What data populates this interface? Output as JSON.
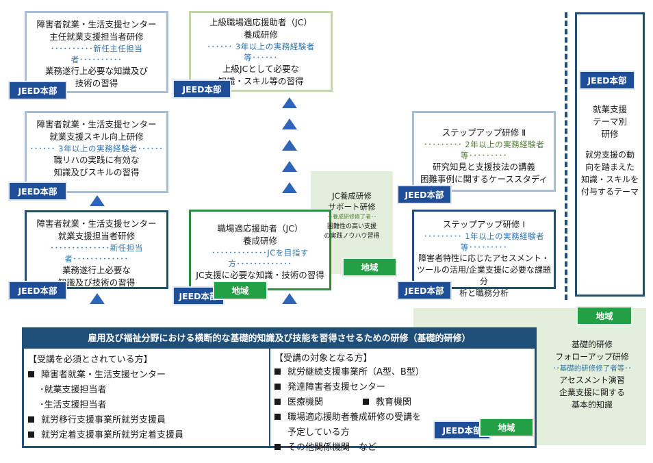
{
  "box_a": {
    "line1": "障害者就業・生活支援センター",
    "line2": "主任就業支援担当者研修",
    "target": "･･････････新任主任担当者･･････････",
    "line3": "業務遂行上必要な知識及び",
    "line4": "技術の習得",
    "badge": "JEED本部"
  },
  "box_b": {
    "line1": "障害者就業・生活支援センター",
    "line2": "就業支援スキル向上研修",
    "target": "･･････ 3年以上の実務経験者･･････",
    "line3": "職リハの実践に有効な",
    "line4": "知識及びスキルの習得",
    "badge": "JEED本部"
  },
  "box_c": {
    "line1": "障害者就業・生活支援センター",
    "line2": "就業支援担当者研修",
    "target": "･･････････････新任担当者･････････････",
    "line3": "業務遂行上必要な",
    "line4": "知識及び技術の習得",
    "badge": "JEED本部"
  },
  "box_d": {
    "line1": "上級職場適応援助者（JC）",
    "line2": "養成研修",
    "target": "･･････ 3年以上の実務経験者等･･････",
    "line3": "上級JCとして必要な",
    "line4": "知識・スキル等の習得",
    "badge": "JEED本部"
  },
  "box_e": {
    "line1": "職場適応援助者（JC）",
    "line2": "養成研修",
    "target": "･････････････JCを目指す方･････････････",
    "line3": "JC支援に必要な知識・技術の習得",
    "badge_jeed": "JEED本部",
    "badge_chiiki": "地域"
  },
  "support_panel": {
    "line1": "JC養成研修",
    "line2": "サポート研修",
    "target": "･･養成研修修了者･･",
    "line3": "困難性の高い支援",
    "line4": "の実践ノウハウ習得",
    "badge": "地域"
  },
  "box_f": {
    "line1": "ステップアップ研修 Ⅱ",
    "target": "･････････ 2年以上の実務経験者等･････････",
    "line2": "研究知見と支援技法の講義",
    "line3": "困難事例に関するケーススタディ",
    "badge": "JEED本部"
  },
  "box_g": {
    "line1": "ステップアップ研修 Ⅰ",
    "target": "･････････ 1年以上の実務経験者等･････････",
    "line2": "障害者特性に応じたアセスメント・",
    "line3": "ツールの活用/企業支援に必要な課題分",
    "line4": "析と職務分析",
    "badge": "JEED本部"
  },
  "box_h": {
    "badge": "JEED本部",
    "line1": "就業支援",
    "line2": "テーマ別",
    "line3": "研修",
    "line4": "就労支援の動",
    "line5": "向を踏まえた",
    "line6": "知識・スキルを",
    "line7": "付与するテーマ"
  },
  "followup_panel": {
    "badge": "地域",
    "line1": "基礎的研修",
    "line2": "フォローアップ研修",
    "target": "･･基礎的研修修了者等･･",
    "line3": "アセスメント演習",
    "line4": "企業支援に関する",
    "line5": "基本的知識"
  },
  "basic": {
    "title": "雇用及び福祉分野における横断的な基礎的知識及び技能を習得させるための研修（基礎的研修）",
    "left_heading": "【受講を必須とされている方】",
    "left_items": [
      "障害者就業・生活支援センター",
      "就業支援担当者",
      "生活支援担当者",
      "就労移行支援事業所就労支援員",
      "就労定着支援事業所就労定着支援員"
    ],
    "right_heading": "【受講の対象となる方】",
    "right_items": [
      "就労継続支援事業所（A型、B型）",
      "発達障害者支援センター",
      "医療機関",
      "教育機関",
      "職場適応援助者養成研修の受講を",
      "予定している方",
      "その他関係機関　など"
    ],
    "badge_jeed": "JEED本部",
    "badge_chiiki": "地域"
  },
  "colors": {
    "dark_blue": "#1f4e79",
    "light_blue": "#a7bdd8",
    "badge_blue": "#1f4e99",
    "green": "#22a046",
    "arrow": "#2e65b8",
    "shade": "#e4eedc"
  }
}
